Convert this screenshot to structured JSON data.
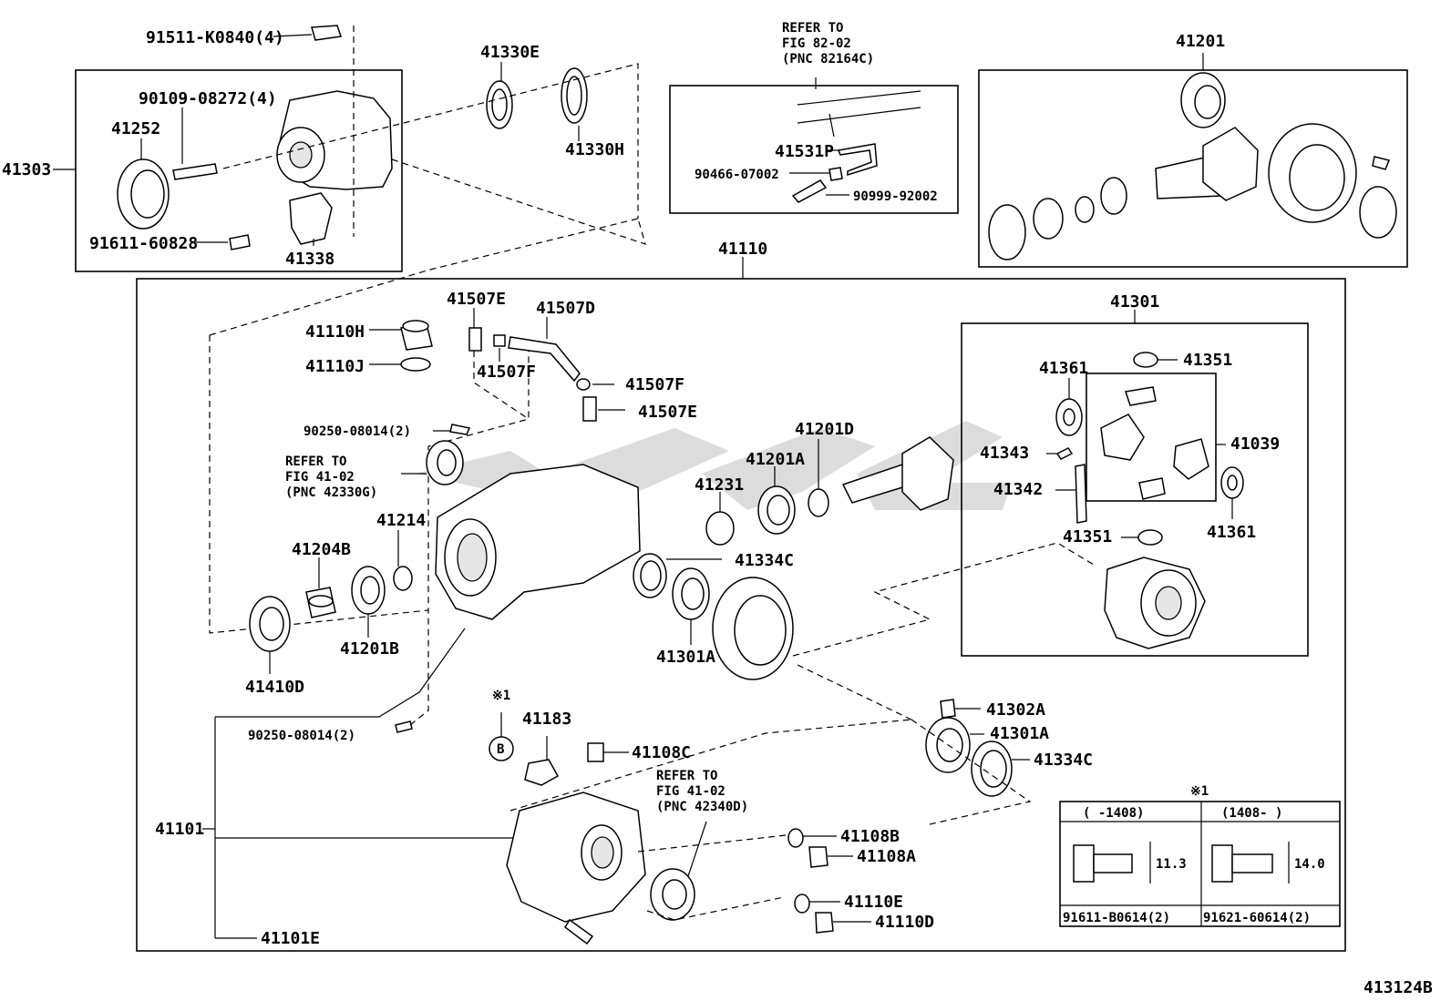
{
  "diagram_code": "413124B",
  "labels": {
    "l91511": "91511-K0840(4)",
    "l41330e": "41330E",
    "l41330h": "41330H",
    "l90109": "90109-08272(4)",
    "l41252": "41252",
    "l41303": "41303",
    "l91611_60828": "91611-60828",
    "l41338": "41338",
    "l41201": "41201",
    "l41110": "41110",
    "l41531p": "41531P",
    "l90466": "90466-07002",
    "l90999": "90999-92002",
    "l41507e_top": "41507E",
    "l41507d": "41507D",
    "l41110h": "41110H",
    "l41110j": "41110J",
    "l41507f_a": "41507F",
    "l41507f_b": "41507F",
    "l41507e_b": "41507E",
    "l90250_a": "90250-08014(2)",
    "l41201d": "41201D",
    "l41201a": "41201A",
    "l41231": "41231",
    "l41214": "41214",
    "l41204b": "41204B",
    "l41334c_a": "41334C",
    "l41201b": "41201B",
    "l41410d": "41410D",
    "l41301a_a": "41301A",
    "l41301": "41301",
    "l41361_a": "41361",
    "l41351_a": "41351",
    "l41343": "41343",
    "l41039": "41039",
    "l41342": "41342",
    "l41351_b": "41351",
    "l41361_b": "41361",
    "l41302a": "41302A",
    "l41301a_b": "41301A",
    "l41334c_b": "41334C",
    "l90250_b": "90250-08014(2)",
    "l41183": "41183",
    "l41108c": "41108C",
    "l41101": "41101",
    "l41108b": "41108B",
    "l41108a": "41108A",
    "l41110e": "41110E",
    "l41110d": "41110D",
    "l41101e": "41101E",
    "note1": "※1",
    "note1b": "※1",
    "circle_b": "B"
  },
  "refs": {
    "r82_1": "REFER TO",
    "r82_2": "FIG 82-02",
    "r82_3": "(PNC 82164C)",
    "r41a_1": "REFER TO",
    "r41a_2": "FIG 41-02",
    "r41a_3": "(PNC 42330G)",
    "r41b_1": "REFER TO",
    "r41b_2": "FIG 41-02",
    "r41b_3": "(PNC 42340D)"
  },
  "bolt_table": {
    "col1_header": "( -1408)",
    "col2_header": "(1408- )",
    "col1_dim": "11.3",
    "col2_dim": "14.0",
    "col1_part": "91611-B0614(2)",
    "col2_part": "91621-60614(2)"
  }
}
